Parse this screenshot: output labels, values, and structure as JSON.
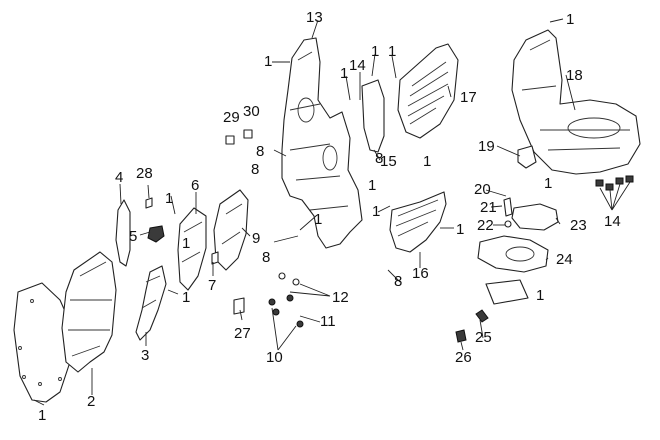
{
  "callouts": {
    "c1_top_right": "1",
    "c1_upper_left": "1",
    "c1_upper_mid_a": "1",
    "c1_upper_mid_b": "1",
    "c1_center_a": "1",
    "c1_center_b": "1",
    "c1_center_c": "1",
    "c1_mid_right_a": "1",
    "c1_mid_right_b": "1",
    "c1_left_a": "1",
    "c1_left_b": "1",
    "c1_lower_left": "1",
    "c1_right_a": "1",
    "c1_right_b": "1",
    "c1_bottom_left": "1",
    "c2": "2",
    "c3": "3",
    "c4": "4",
    "c5": "5",
    "c6": "6",
    "c7": "7",
    "c8_a": "8",
    "c8_b": "8",
    "c8_c": "8",
    "c8_d": "8",
    "c8_e": "8",
    "c9": "9",
    "c10": "10",
    "c11": "11",
    "c12": "12",
    "c13": "13",
    "c14_a": "14",
    "c14_b": "14",
    "c15": "15",
    "c16": "16",
    "c17": "17",
    "c18": "18",
    "c19": "19",
    "c20": "20",
    "c21": "21",
    "c22": "22",
    "c23": "23",
    "c24": "24",
    "c25": "25",
    "c26": "26",
    "c27": "27",
    "c28": "28",
    "c29": "29",
    "c30": "30"
  }
}
